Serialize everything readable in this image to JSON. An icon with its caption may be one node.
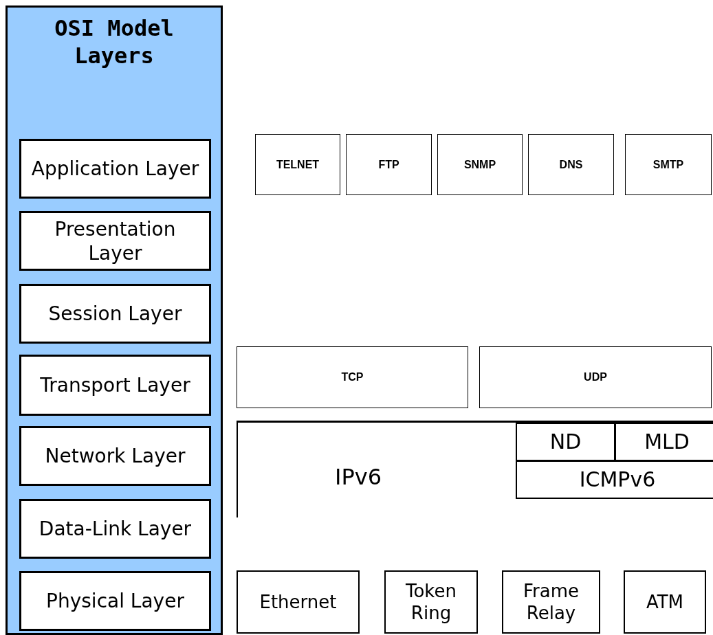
{
  "diagram": {
    "nodes": [
      {
        "text": [
          "OSI Model Layers"
        ]
      },
      {
        "text": [
          "Application Layer"
        ],
        "in": 0
      },
      {
        "text": [
          "Presentation Layer"
        ],
        "in": 0
      },
      {
        "text": [
          "Session Layer"
        ],
        "in": 0
      },
      {
        "text": [
          "Transport Layer"
        ],
        "in": 0
      },
      {
        "text": [
          "Network Layer"
        ],
        "in": 0
      },
      {
        "text": [
          "Data-Link Layer"
        ],
        "in": 0
      },
      {
        "text": [
          "Physical Layer"
        ],
        "in": 0
      },
      {
        "text": [
          "TELNET"
        ]
      },
      {
        "text": [
          "FTP"
        ]
      },
      {
        "text": [
          "SNMP"
        ]
      },
      {
        "text": [
          "DNS"
        ]
      },
      {
        "text": [
          "SMTP"
        ]
      },
      {
        "text": [
          "TCP"
        ]
      },
      {
        "text": [
          "UDP"
        ]
      },
      {
        "text": [
          "IPv6"
        ]
      },
      {
        "text": [
          "ND"
        ],
        "in": 15
      },
      {
        "text": [
          "MLD"
        ],
        "in": 15
      },
      {
        "text": [
          "ICMPv6"
        ],
        "in": 15
      },
      {
        "text": [
          "Ethernet"
        ]
      },
      {
        "text": [
          "Token Ring"
        ]
      },
      {
        "text": [
          "Frame Relay"
        ]
      },
      {
        "text": [
          "ATM"
        ]
      }
    ],
    "edges": []
  }
}
